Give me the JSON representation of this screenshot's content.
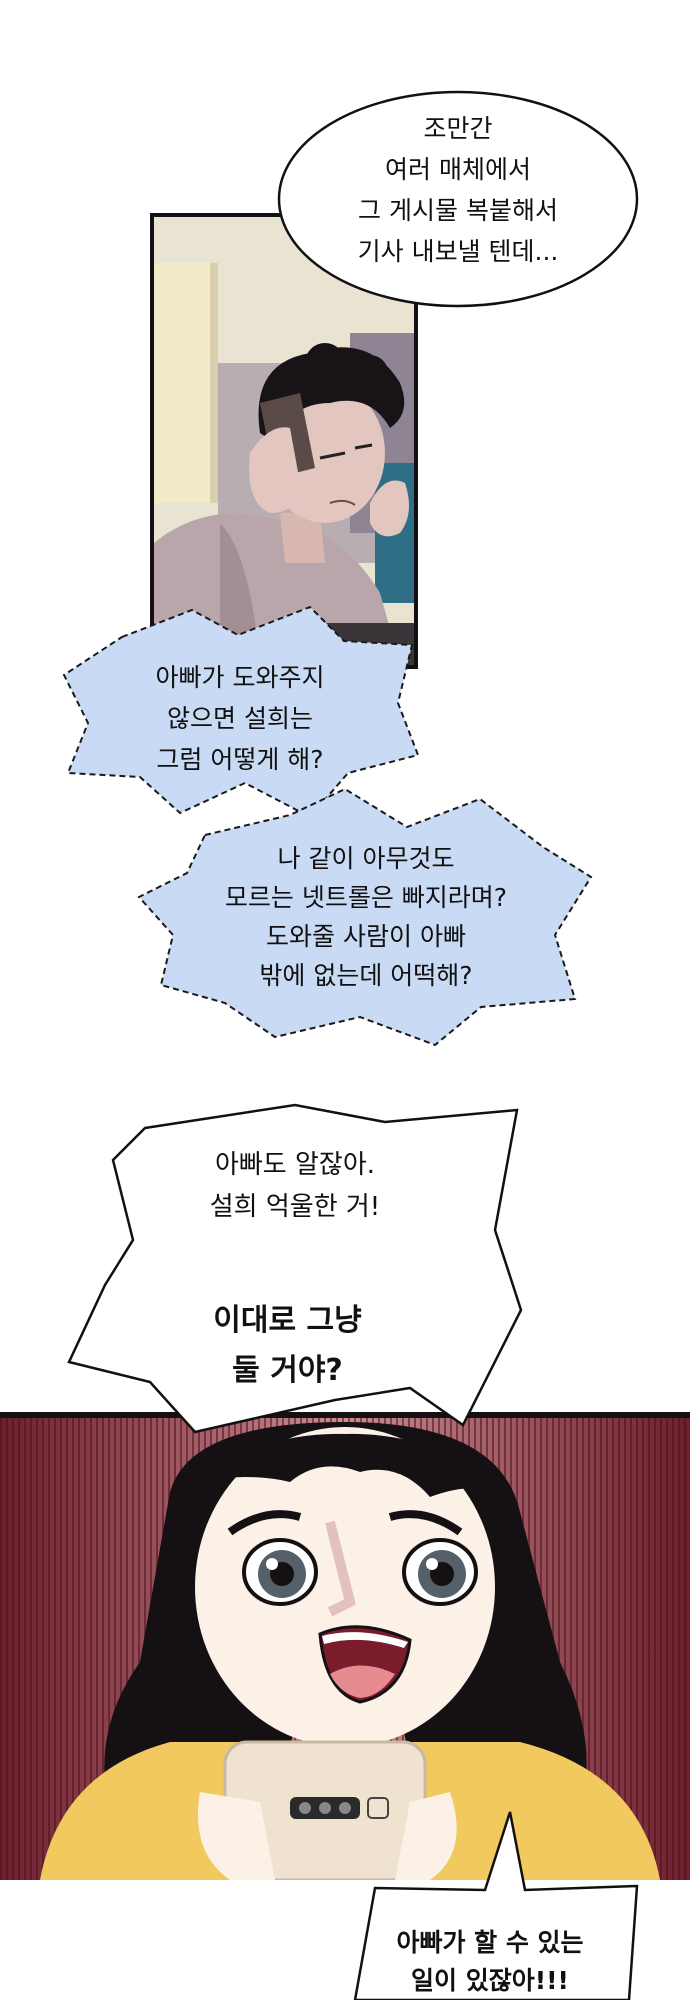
{
  "panels": {
    "panel1": {
      "bubble": {
        "lines": [
          "조만간",
          "여러 매체에서",
          "그 게시물 복붙해서",
          "기사 내보낼 텐데..."
        ]
      }
    },
    "panel2": {
      "bubble_a": {
        "lines": [
          "아빠가 도와주지",
          "않으면 설희는",
          "그럼 어떻게 해?"
        ]
      },
      "bubble_b": {
        "lines": [
          "나 같이 아무것도",
          "모르는 넷트롤은 빠지라며?",
          "도와줄 사람이 아빠",
          "밖에 없는데 어떡해?"
        ]
      }
    },
    "panel3": {
      "bubble_a": {
        "lines": [
          "아빠도 알잖아.",
          "설희 억울한 거!"
        ]
      },
      "bubble_b": {
        "lines": [
          "이대로 그냥",
          "둘 거야?"
        ]
      },
      "bubble_c": {
        "lines": [
          "아빠가 할 수 있는",
          "일이 있잖아!!!"
        ]
      }
    }
  },
  "colors": {
    "blue_bubble": "#c9daf4",
    "hair": "#141014",
    "shirt_yellow": "#f2c95e",
    "skin": "#fbf1e6",
    "phone": "#efe3d0",
    "bg_red": "#8c2f3c"
  }
}
